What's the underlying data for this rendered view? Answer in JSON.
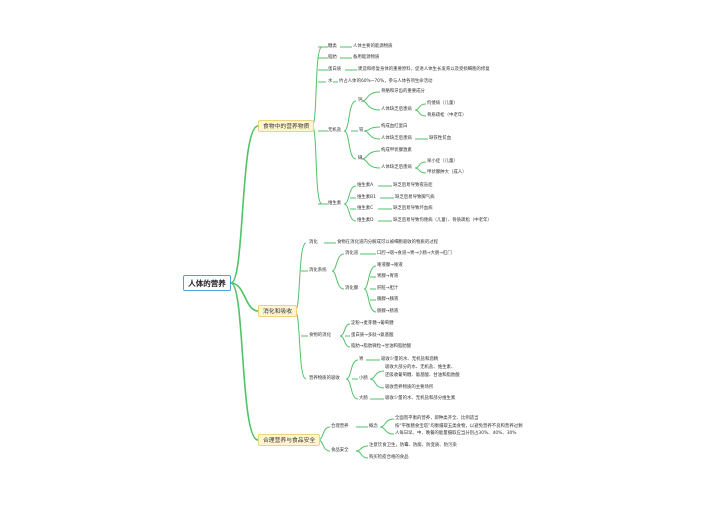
{
  "root": "人体的营养",
  "branches": {
    "food": {
      "label": "食物中的营养物质",
      "sugar": "糖类",
      "sugar_desc": "人体主要的能源物质",
      "fat": "脂肪",
      "fat_desc": "备用能源物质",
      "protein": "蛋白质",
      "protein_desc": "建造和修复身体的重要原料，促进人体生长发育以及受损细胞的修复",
      "water": "水",
      "water_desc": "约占人体的60%~70%，参与人体各项生命活动",
      "mineral": "无机盐",
      "ca": "钙",
      "ca_d1": "骨骼和牙齿的重要成分",
      "ca_d2": "人体缺乏后患病",
      "ca_d2a": "佝偻病（儿童）",
      "ca_d2b": "骨质疏松（中老年）",
      "fe": "铁",
      "fe_d1": "构成血红蛋白",
      "fe_d2": "人体缺乏后患病",
      "fe_d2a": "缺铁性贫血",
      "iodine": "碘",
      "iodine_d1": "构成甲状腺激素",
      "iodine_d2": "人体缺乏后患病",
      "iodine_d2a": "呆小症（儿童）",
      "iodine_d2b": "甲状腺肿大（成人）",
      "vitamin": "维生素",
      "va": "维生素A",
      "va_desc": "缺乏后易导致夜盲症",
      "vb1": "维生素B1",
      "vb1_desc": "缺乏后易导致脚气病",
      "vc": "维生素C",
      "vc_desc": "缺乏后易导致坏血病",
      "vd": "维生素D",
      "vd_desc": "缺乏后易导致佝偻病（儿童）、骨质疏松（中老年）"
    },
    "digest": {
      "label": "消化和吸收",
      "digestion": "消化",
      "digestion_desc": "食物在消化道内分解成可以被细胞吸收的物质的过程",
      "system": "消化系统",
      "tract": "消化道",
      "tract_desc": "口腔→咽→食道→胃→小肠→大肠→肛门",
      "gland": "消化腺",
      "g1": "唾液腺→唾液",
      "g2": "胃腺→胃液",
      "g3": "肝脏→胆汁",
      "g4": "胰腺→胰液",
      "g5": "肠腺→肠液",
      "process": "食物的消化",
      "p1": "淀粉→麦芽糖→葡萄糖",
      "p2": "蛋白质→多肽→氨基酸",
      "p3": "脂肪→脂肪微粒→甘油和脂肪酸",
      "absorb": "营养物质的吸收",
      "stomach": "胃",
      "stomach_desc": "吸收少量的水、无机盐和酒精",
      "small": "小肠",
      "small_d1": "吸收大部分的水、无机盐、维生素、",
      "small_d1b": "还吸收葡萄糖、氨基酸、甘油和脂肪酸",
      "small_d2": "吸收营养物质的主要场所",
      "large": "大肠",
      "large_desc": "吸收少量的水、无机盐和部分维生素"
    },
    "safety": {
      "label": "合理营养与食品安全",
      "nutrition": "合理营养",
      "concept": "概念",
      "concept_d1": "全面而平衡的营养，即种类齐全、比例适当",
      "concept_d2": "按“平衡膳食宝塔”均衡摄取五类食物，以避免营养不良和营养过剩",
      "concept_d3": "人每日早、中、晚餐的能量摄取应当分别占30%、40%、30%",
      "food_safety": "食品安全",
      "fs1": "注意饮食卫生，防霉、防腐、防变质、防污染",
      "fs2": "购买检疫合格的食品"
    }
  },
  "colors": {
    "edge": "#52c267",
    "root_border": "#4aa3df",
    "main_fill": "#fff6cf",
    "main_border": "#f0d27a"
  }
}
